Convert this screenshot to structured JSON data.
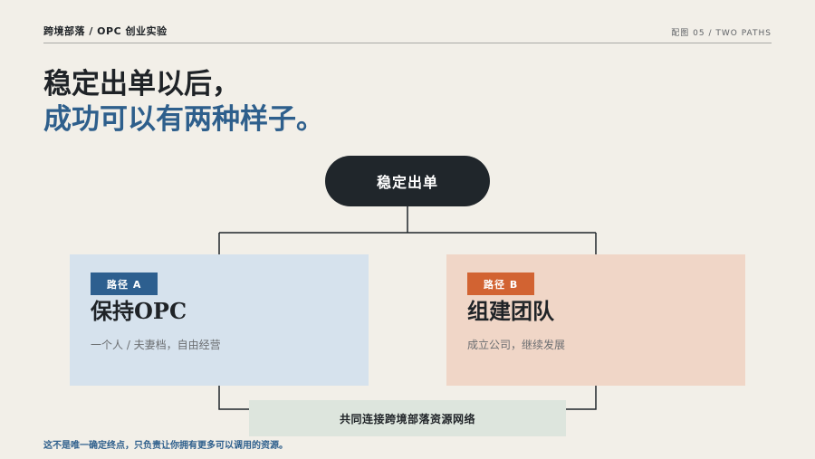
{
  "header": {
    "left": "跨境部落 / OPC 创业实验",
    "right": "配图 05 / TWO PATHS"
  },
  "headline": {
    "line1": "稳定出单以后，",
    "line2": "成功可以有两种样子。"
  },
  "diagram": {
    "root": "稳定出单",
    "paths": [
      {
        "tag": "路径 A",
        "title": "保持OPC",
        "desc": "一个人 / 夫妻档，自由经营",
        "color": "#2d5f8f",
        "bg": "#d6e2ed"
      },
      {
        "tag": "路径 B",
        "title": "组建团队",
        "desc": "成立公司，继续发展",
        "color": "#d26332",
        "bg": "#f0d6c7"
      }
    ],
    "shared": "共同连接跨境部落资源网络"
  },
  "footnote": "这不是唯一确定终点，只负责让你拥有更多可以调用的资源。"
}
